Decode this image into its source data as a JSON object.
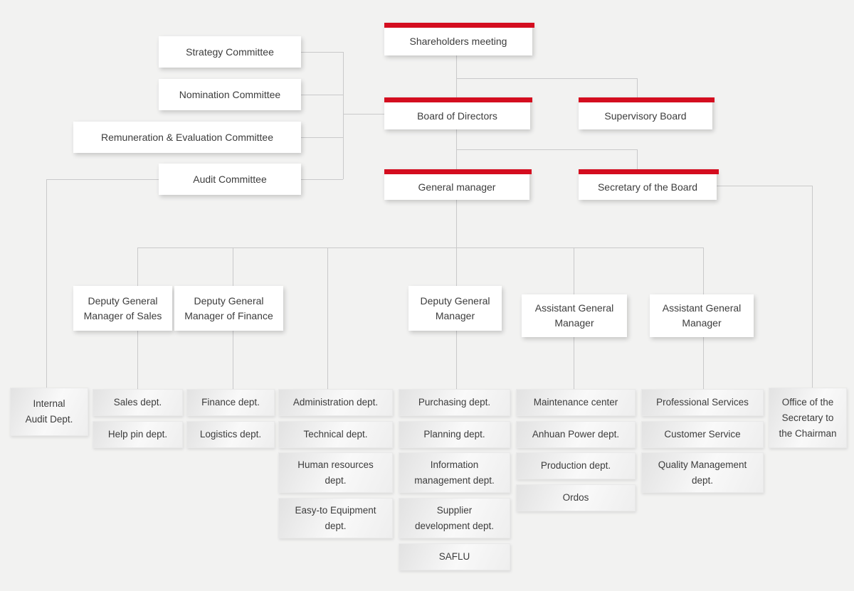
{
  "colors": {
    "accent_red": "#d40d1f",
    "background": "#f2f2f1",
    "connector": "#c9c9ca",
    "node_background": "#ffffff",
    "text": "#3c3c3c"
  },
  "nodes": {
    "shareholders": {
      "label": "Shareholders meeting"
    },
    "board": {
      "label": "Board of Directors"
    },
    "supervisory": {
      "label": "Supervisory Board"
    },
    "general_manager": {
      "label": "General manager"
    },
    "secretary": {
      "label": "Secretary of the Board"
    },
    "committees": [
      {
        "label": "Strategy Committee"
      },
      {
        "label": "Nomination Committee"
      },
      {
        "label": "Remuneration & Evaluation Committee"
      },
      {
        "label": "Audit Committee"
      }
    ],
    "managers": [
      {
        "label": "Deputy General\nManager of Sales"
      },
      {
        "label": "Deputy General\nManager of Finance"
      },
      {
        "label": "Deputy General\nManager"
      },
      {
        "label": "Assistant General\nManager"
      },
      {
        "label": "Assistant General\nManager"
      }
    ]
  },
  "departments": {
    "internal_audit": "Internal\nAudit Dept.",
    "sales_col": [
      "Sales dept.",
      "Help pin dept."
    ],
    "finance_col": [
      "Finance dept.",
      "Logistics dept."
    ],
    "admin_col": [
      "Administration dept.",
      "Technical dept.",
      "Human resources\ndept.",
      "Easy-to Equipment\ndept."
    ],
    "purchasing_col": [
      "Purchasing dept.",
      "Planning dept.",
      "Information\nmanagement dept.",
      "Supplier\ndevelopment dept.",
      "SAFLU"
    ],
    "maintenance_col": [
      "Maintenance center",
      "Anhuan Power dept.",
      "Production dept.",
      "Ordos"
    ],
    "service_col": [
      "Professional Services",
      "Customer Service",
      "Quality Management\ndept."
    ],
    "office_col": "Office of the\nSecretary to\nthe Chairman"
  }
}
